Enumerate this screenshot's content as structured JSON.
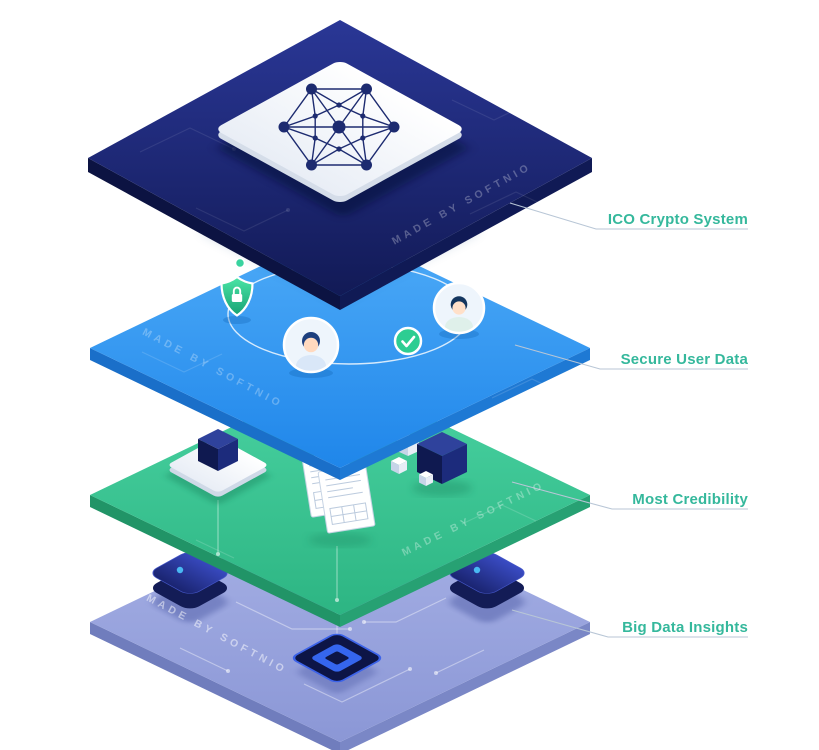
{
  "illustration": {
    "watermark": "MADE BY SOFTNIO",
    "callouts": [
      {
        "id": "ico-crypto-system",
        "label": "ICO Crypto System"
      },
      {
        "id": "secure-user-data",
        "label": "Secure User Data"
      },
      {
        "id": "most-credibility",
        "label": "Most Credibility"
      },
      {
        "id": "big-data-insights",
        "label": "Big Data Insights"
      }
    ],
    "colors": {
      "layer_ico_crypto": "#1d2878",
      "layer_secure_data": "#2f96f3",
      "layer_credibility": "#3cc796",
      "layer_insights": "#98a4dd",
      "label_accent": "#35b89c",
      "callout_line": "#b8c6d6"
    }
  }
}
